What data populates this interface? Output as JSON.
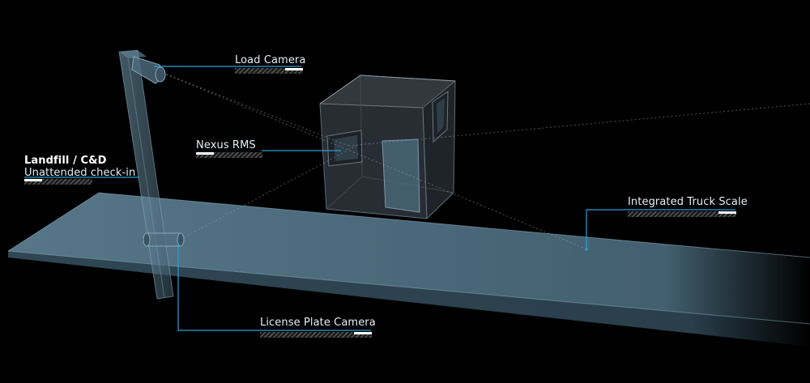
{
  "labels": {
    "load_camera": "Load Camera",
    "nexus_rms": "Nexus RMS",
    "landfill_title": "Landfill / C&D",
    "landfill_subtitle": "Unattended check-in",
    "truck_scale": "Integrated Truck Scale",
    "license_plate_camera": "License Plate Camera"
  },
  "colors": {
    "background": "#000000",
    "scale_fill": "#4f6e80",
    "pole": "#3d5563",
    "booth": "#2a3138",
    "leader_line": "#2a9fd6",
    "accent": "#ffffff"
  }
}
